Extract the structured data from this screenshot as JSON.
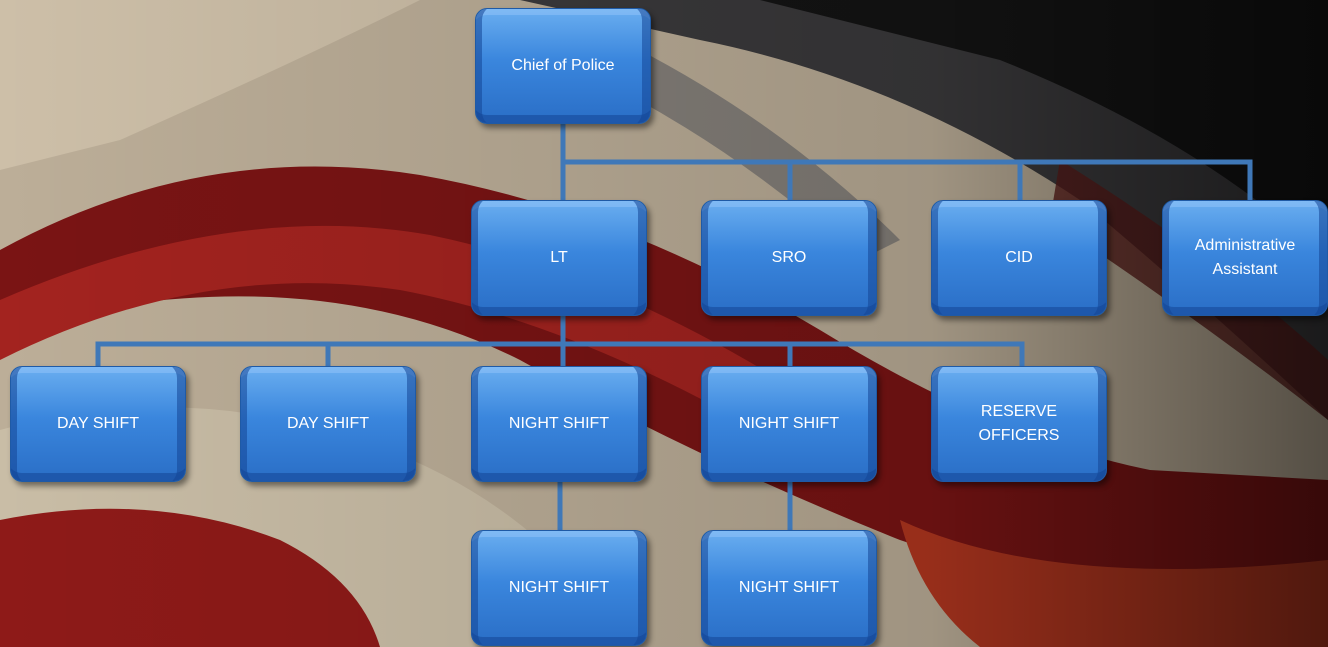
{
  "chart": {
    "root": {
      "label": "Chief of Police"
    },
    "level2": [
      {
        "label": "LT"
      },
      {
        "label": "SRO"
      },
      {
        "label": "CID"
      },
      {
        "label": "Administrative Assistant"
      }
    ],
    "level3": [
      {
        "label": "DAY SHIFT"
      },
      {
        "label": "DAY SHIFT"
      },
      {
        "label": "NIGHT SHIFT"
      },
      {
        "label": "NIGHT SHIFT"
      },
      {
        "label": "RESERVE OFFICERS"
      }
    ],
    "level4": [
      {
        "label": "NIGHT SHIFT"
      },
      {
        "label": "NIGHT SHIFT"
      }
    ]
  },
  "colors": {
    "box_fill": "#3a86dd",
    "box_border": "#1f5aa5",
    "connector": "#3f78b8",
    "background": "#2a2320"
  }
}
